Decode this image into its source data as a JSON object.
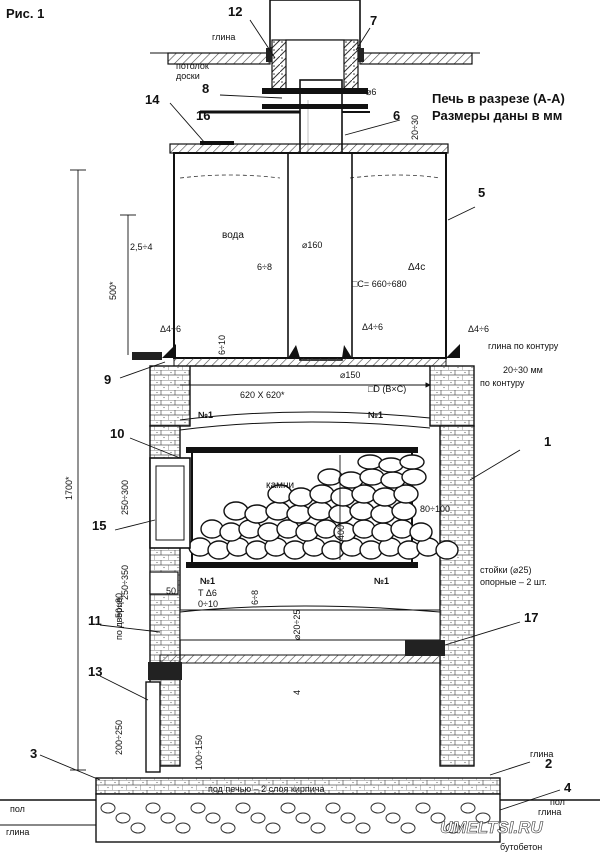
{
  "figure_label": "Рис. 1",
  "title_line1": "Печь в разрезе (А-А)",
  "title_line2": "Размеры даны в мм",
  "labels": {
    "glina_top": "глина",
    "potolok": "потолок",
    "doski": "доски",
    "voda": "вода",
    "kamni": "камни",
    "glina_po_konturu": "глина по контуру",
    "gap_po_konturu": "20÷30 мм",
    "po_konturu": "по контуру",
    "stoyki": "стойки (⌀25)",
    "opornye": "опорные – 2 шт.",
    "pod_pechyu": "под печью – 2 слоя кирпича",
    "glina_r1": "глина",
    "glina_r2": "глина",
    "pol_left": "пол",
    "pol_right": "пол",
    "glina_left": "глина",
    "butobeton": "бутобетон",
    "po_dvertse": "по дверце"
  },
  "dims": {
    "d6": "⌀6",
    "d20_30": "20÷30",
    "d2_5_4": "2,5÷4",
    "d6_8a": "6÷8",
    "d160": "⌀160",
    "d4c": "Δ4c",
    "c660": "□С= 660÷680",
    "d500": "500*",
    "d1700": "1700*",
    "tri_left": "Δ4÷6",
    "tri_mid": "Δ4÷6",
    "tri_right": "Δ4÷6",
    "d6_10a": "6÷10",
    "d150": "⌀150",
    "d620": "620 X 620*",
    "dD": "□D (B×C)",
    "n1a": "№1",
    "n1b": "№1",
    "n1c": "№1",
    "n1d": "№1",
    "d250_300": "250÷300",
    "d400": "400*",
    "d80_100": "80÷100",
    "d250_350": "250÷350",
    "d50": "50",
    "t46": "T Δ6",
    "d0_10": "0÷10",
    "d6_8b": "6÷8",
    "d20_25": "⌀20÷25",
    "d50_80": "50÷80",
    "d4": "4",
    "d200_250": "200÷250",
    "d100_150": "100÷150"
  },
  "callouts": [
    "12",
    "7",
    "8",
    "14",
    "16",
    "6",
    "5",
    "9",
    "10",
    "1",
    "15",
    "11",
    "17",
    "13",
    "3",
    "2",
    "4"
  ],
  "watermark": "UMELTSI.RU",
  "colors": {
    "ink": "#111111",
    "hatch": "#444444",
    "paper": "#ffffff"
  }
}
